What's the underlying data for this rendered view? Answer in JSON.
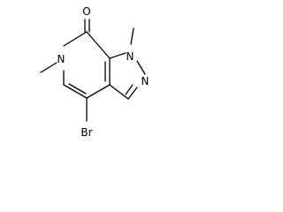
{
  "molecule": {
    "atoms": {
      "oxygen": "O",
      "n_methyl_left": "N",
      "n_methyl_right": "N",
      "n_pyrazole": "N",
      "bromine": "Br"
    },
    "colors": {
      "bond": "#000000",
      "label": "#000000",
      "background": "#ffffff"
    }
  }
}
